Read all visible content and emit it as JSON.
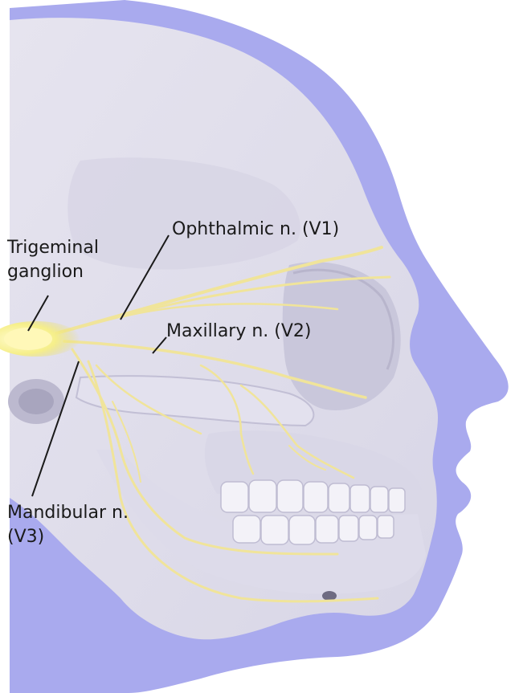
{
  "labels": {
    "trigeminal_ganglion": [
      "Trigeminal",
      "ganglion"
    ],
    "ophthalmic": "Ophthalmic n. (V1)",
    "maxillary": "Maxillary n. (V2)",
    "mandibular": [
      "Mandibular n.",
      "(V3)"
    ]
  },
  "colors": {
    "skin_silhouette": "#a9aaee",
    "skull": "#e9e8f1",
    "skull_shadow": "#c9c7db",
    "nerve": "#f0e49a",
    "ganglion": "#f6ef8a",
    "leader_line": "#1a1a1a"
  }
}
